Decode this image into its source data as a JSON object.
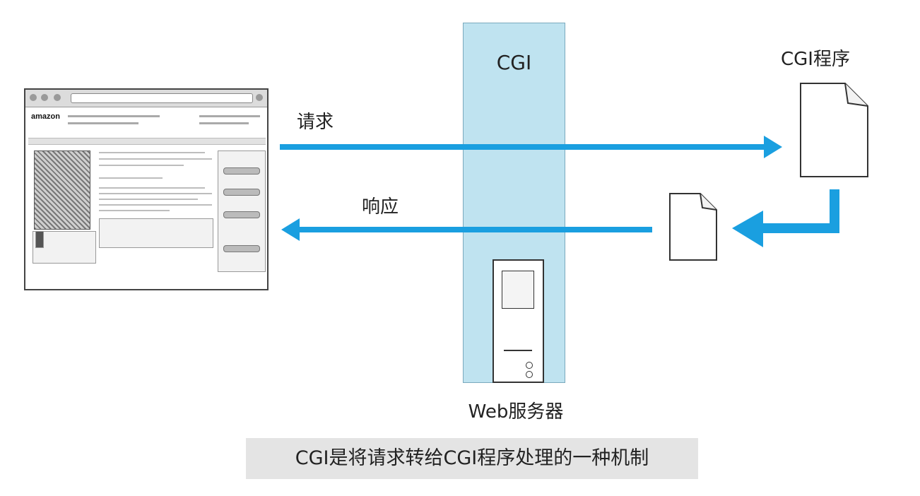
{
  "diagram": {
    "cgi_label": "CGI",
    "web_server_label": "Web服务器",
    "cgi_program_label": "CGI程序",
    "request_label": "请求",
    "response_label": "响应",
    "caption": "CGI是将请求转给CGI程序处理的一种机制",
    "browser_logo_text": "amazon",
    "colors": {
      "arrow": "#1a9fe0",
      "cgi_column": "#bfe3f0",
      "caption_bg": "#e4e4e4"
    },
    "icons": [
      "browser-window-icon",
      "server-tower-icon",
      "document-icon"
    ]
  }
}
